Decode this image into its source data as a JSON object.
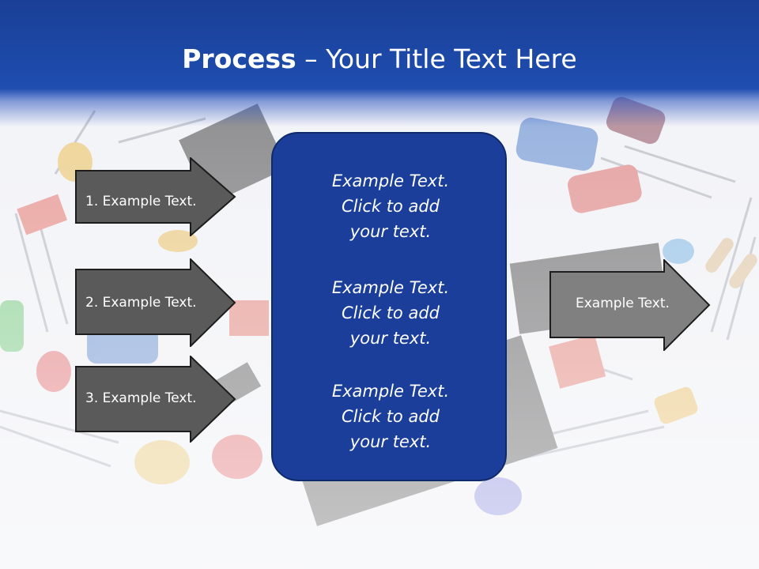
{
  "title": {
    "bold": "Process",
    "rest": " – Your Title Text Here"
  },
  "left_steps": [
    {
      "label": "1. Example Text."
    },
    {
      "label": "2. Example Text."
    },
    {
      "label": "3. Example Text."
    }
  ],
  "center_paragraphs": [
    {
      "line1": "Example Text.",
      "line2": "Click  to add",
      "line3": "your text."
    },
    {
      "line1": "Example Text.",
      "line2": "Click  to add",
      "line3": "your text."
    },
    {
      "line1": "Example Text.",
      "line2": "Click  to add",
      "line3": "your text."
    }
  ],
  "right_arrow": {
    "label": "Example Text."
  },
  "colors": {
    "header_blue": "#1e4db0",
    "center_box": "#1a3e9a",
    "left_arrow": "#5a5a5a",
    "right_arrow": "#808080"
  }
}
